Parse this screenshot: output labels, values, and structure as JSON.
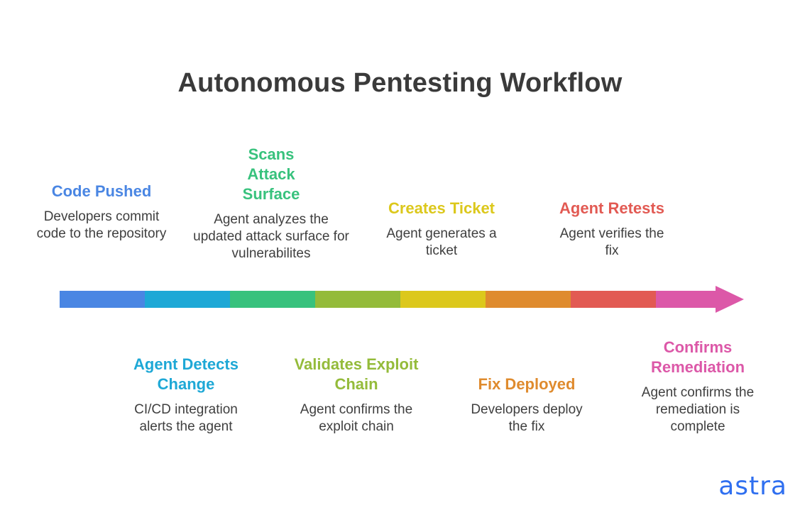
{
  "title": "Autonomous Pentesting Workflow",
  "logo_text": "astra",
  "colors": {
    "blue": "#4a86e3",
    "cyan": "#1ea8d6",
    "green": "#38c27d",
    "olive": "#94bb3a",
    "yellow": "#dcc81c",
    "orange": "#df8b2e",
    "red": "#e25a53",
    "pink": "#dc58a8",
    "logo": "#2f6ff0"
  },
  "steps": [
    {
      "heading": "Code Pushed",
      "desc": "Developers commit code to the repository",
      "color": "#4a86e3"
    },
    {
      "heading": "Agent Detects Change",
      "desc": "CI/CD integration alerts the agent",
      "color": "#1ea8d6"
    },
    {
      "heading": "Scans Attack Surface",
      "desc": "Agent analyzes the updated attack surface for vulnerabilites",
      "color": "#38c27d"
    },
    {
      "heading": "Validates Exploit Chain",
      "desc": "Agent confirms the exploit chain",
      "color": "#94bb3a"
    },
    {
      "heading": "Creates Ticket",
      "desc": "Agent generates a ticket",
      "color": "#dcc81c"
    },
    {
      "heading": "Fix Deployed",
      "desc": "Developers deploy the fix",
      "color": "#df8b2e"
    },
    {
      "heading": "Agent Retests",
      "desc": "Agent verifies the fix",
      "color": "#e25a53"
    },
    {
      "heading": "Confirms Remediation",
      "desc": "Agent confirms the remediation is complete",
      "color": "#dc58a8"
    }
  ]
}
